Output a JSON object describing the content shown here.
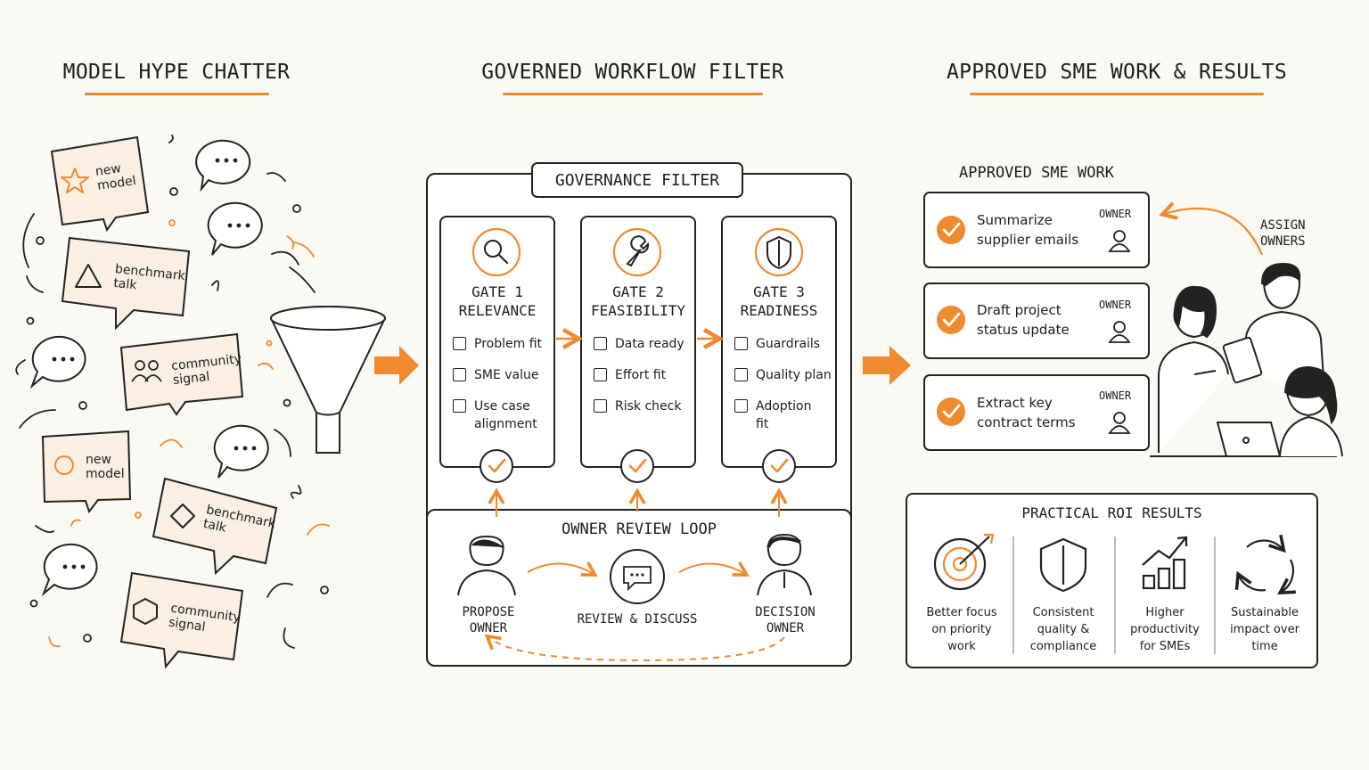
{
  "accent_color": "#ef8a2e",
  "sections": {
    "left_title": "MODEL HYPE CHATTER",
    "middle_title": "GOVERNED WORKFLOW FILTER",
    "right_title": "APPROVED SME WORK & RESULTS"
  },
  "chatter_bubbles": [
    {
      "text": "new\nmodel",
      "icon": "star-icon"
    },
    {
      "text": "benchmark\ntalk",
      "icon": "triangle-icon"
    },
    {
      "text": "community\nsignal",
      "icon": "people-icon"
    },
    {
      "text": "new\nmodel",
      "icon": "circle-icon"
    },
    {
      "text": "benchmark\ntalk",
      "icon": "diamond-icon"
    },
    {
      "text": "community\nsignal",
      "icon": "hexagon-icon"
    }
  ],
  "filter": {
    "title": "GOVERNANCE FILTER",
    "gates": [
      {
        "title": "GATE 1\nRELEVANCE",
        "icon": "magnifier-icon",
        "checks": [
          "Problem fit",
          "SME value",
          "Use case\nalignment"
        ]
      },
      {
        "title": "GATE 2\nFEASIBILITY",
        "icon": "wrench-icon",
        "checks": [
          "Data ready",
          "Effort fit",
          "Risk check"
        ]
      },
      {
        "title": "GATE 3\nREADINESS",
        "icon": "shield-icon",
        "checks": [
          "Guardrails",
          "Quality plan",
          "Adoption\nfit"
        ]
      }
    ],
    "review_loop": {
      "title": "OWNER REVIEW LOOP",
      "propose": "PROPOSE\nOWNER",
      "review": "REVIEW & DISCUSS",
      "decision": "DECISION\nOWNER"
    }
  },
  "approved": {
    "title": "APPROVED SME WORK",
    "owner_label": "OWNER",
    "assign_label": "ASSIGN\nOWNERS",
    "items": [
      "Summarize\nsupplier emails",
      "Draft project\nstatus update",
      "Extract key\ncontract terms"
    ]
  },
  "roi": {
    "title": "PRACTICAL ROI RESULTS",
    "items": [
      {
        "label": "Better focus\non priority\nwork",
        "icon": "target-icon"
      },
      {
        "label": "Consistent\nquality &\ncompliance",
        "icon": "shield-icon"
      },
      {
        "label": "Higher\nproductivity\nfor SMEs",
        "icon": "growth-chart-icon"
      },
      {
        "label": "Sustainable\nimpact over\ntime",
        "icon": "cycle-icon"
      }
    ]
  }
}
